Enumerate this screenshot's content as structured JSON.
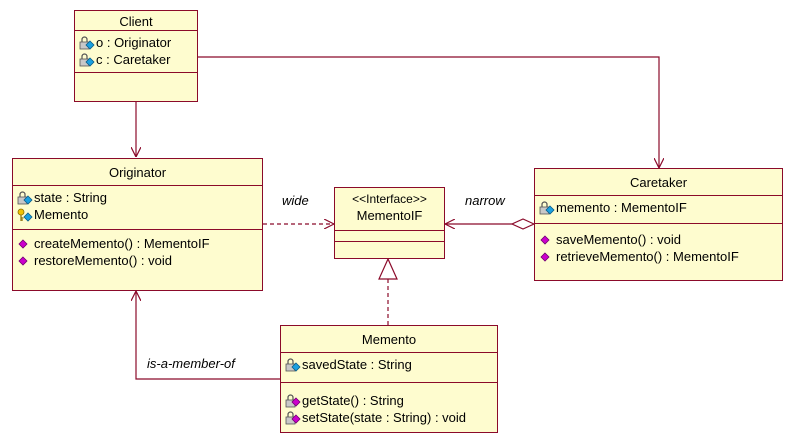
{
  "classes": {
    "client": {
      "name": "Client",
      "attributes": [
        {
          "text": "o : Originator",
          "icon": "private-attribute-icon"
        },
        {
          "text": "c : Caretaker",
          "icon": "private-attribute-icon"
        }
      ],
      "operations": []
    },
    "originator": {
      "name": "Originator",
      "attributes": [
        {
          "text": "state : String",
          "icon": "private-attribute-icon"
        },
        {
          "text": "Memento",
          "icon": "key-attribute-icon"
        }
      ],
      "operations": [
        {
          "text": "createMemento() : MementoIF",
          "icon": "public-operation-icon"
        },
        {
          "text": "restoreMemento() : void",
          "icon": "public-operation-icon"
        }
      ]
    },
    "memento_if": {
      "stereotype": "<<Interface>>",
      "name": "MementoIF",
      "attributes": [],
      "operations": []
    },
    "caretaker": {
      "name": "Caretaker",
      "attributes": [
        {
          "text": "memento : MementoIF",
          "icon": "private-attribute-icon"
        }
      ],
      "operations": [
        {
          "text": "saveMemento() : void",
          "icon": "public-operation-icon"
        },
        {
          "text": "retrieveMemento() : MementoIF",
          "icon": "public-operation-icon"
        }
      ]
    },
    "memento": {
      "name": "Memento",
      "attributes": [
        {
          "text": "savedState : String",
          "icon": "private-attribute-icon"
        }
      ],
      "operations": [
        {
          "text": "getState() : String",
          "icon": "private-operation-icon"
        },
        {
          "text": "setState(state : String) : void",
          "icon": "private-operation-icon"
        }
      ]
    }
  },
  "edge_labels": {
    "wide": "wide",
    "narrow": "narrow",
    "member": "is-a-member-of"
  },
  "colors": {
    "border": "#8b0a2a",
    "fill": "#fefccf",
    "operation_marker": "#cc00cc",
    "attribute_marker": "#1aa0e0"
  }
}
